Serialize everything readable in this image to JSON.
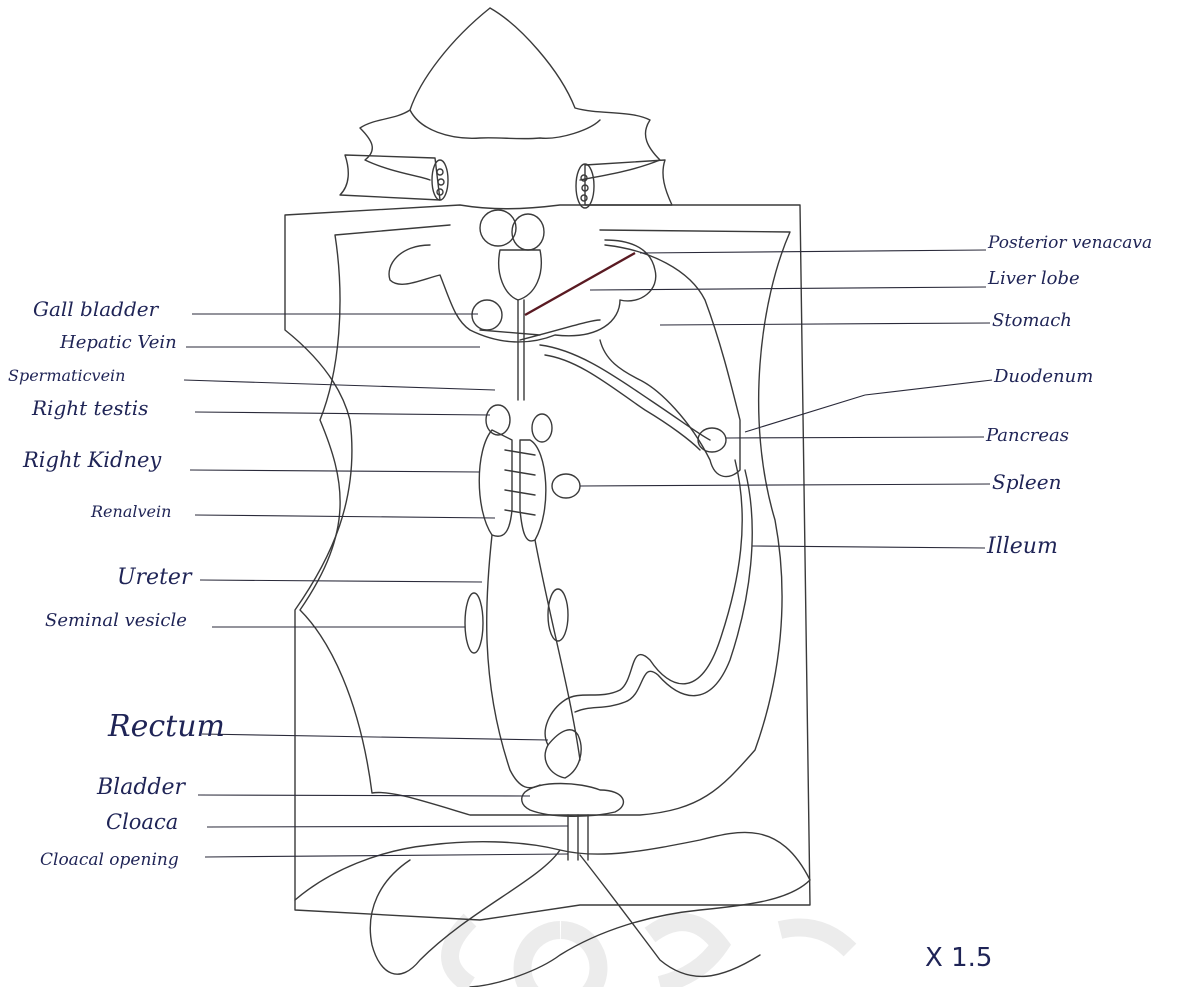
{
  "diagram": {
    "left_labels": [
      {
        "id": "gall-bladder",
        "text": "Gall bladder"
      },
      {
        "id": "hepatic-vein",
        "text": "Hepatic Vein"
      },
      {
        "id": "spermatic-vein",
        "text": "Spermaticvein"
      },
      {
        "id": "right-testis",
        "text": "Right testis"
      },
      {
        "id": "right-kidney",
        "text": "Right Kidney"
      },
      {
        "id": "renal-vein",
        "text": "Renalvein"
      },
      {
        "id": "ureter",
        "text": "Ureter"
      },
      {
        "id": "seminal-vesicle",
        "text": "Seminal vesicle"
      },
      {
        "id": "rectum",
        "text": "Rectum"
      },
      {
        "id": "bladder",
        "text": "Bladder"
      },
      {
        "id": "cloaca",
        "text": "Cloaca"
      },
      {
        "id": "cloacal-opening",
        "text": "Cloacal opening"
      }
    ],
    "right_labels": [
      {
        "id": "posterior-venacava",
        "text": "Posterior venacava"
      },
      {
        "id": "liver-lobe",
        "text": "Liver lobe"
      },
      {
        "id": "stomach",
        "text": "Stomach"
      },
      {
        "id": "duodenum",
        "text": "Duodenum"
      },
      {
        "id": "pancreas",
        "text": "Pancreas"
      },
      {
        "id": "spleen",
        "text": "Spleen"
      },
      {
        "id": "ileum",
        "text": "Illeum"
      }
    ],
    "magnification": "X 1.5"
  }
}
